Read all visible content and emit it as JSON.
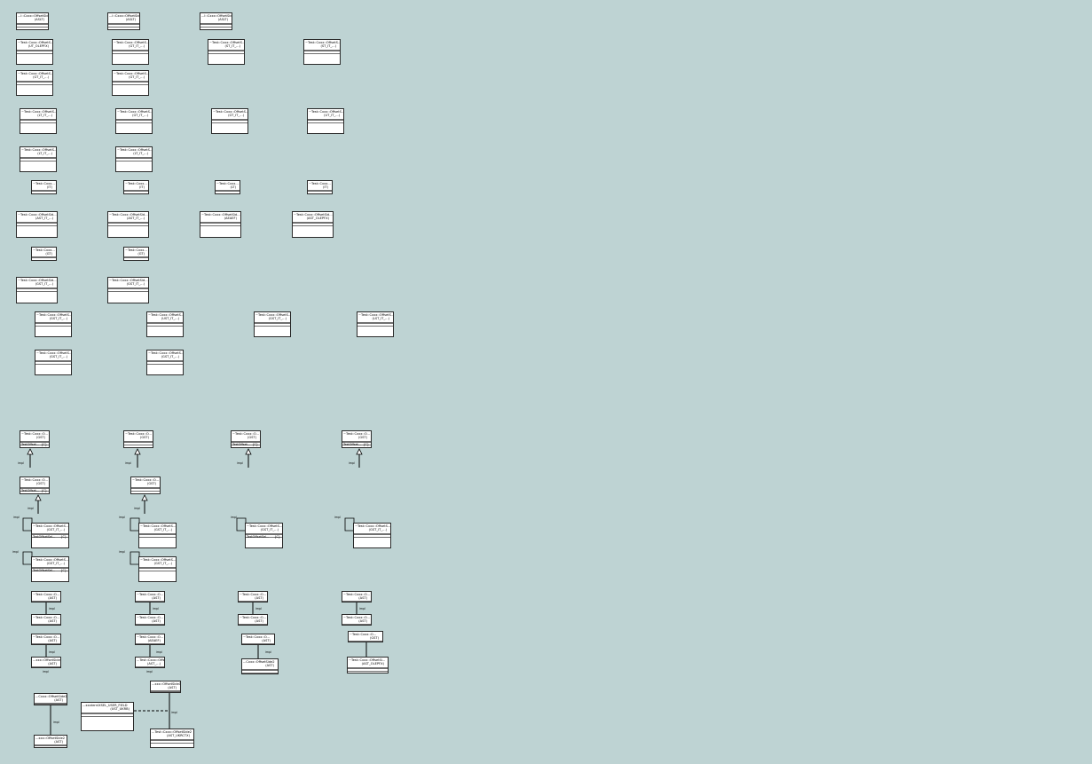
{
  "diagram": {
    "classes": [
      {
        "id": "c1",
        "name": "...l::Cxxx::OffsetSide",
        "stereo": "(ASLT)"
      },
      {
        "id": "c2",
        "name": "...l::Cxxx::OffsetSide",
        "stereo": "(ASLT)"
      },
      {
        "id": "c3",
        "name": "...l::Cxxx::OffsetSide",
        "stereo": "(ASLT)"
      },
      {
        "id": "c4",
        "name": "~Test::Cxxx::OffsetS...",
        "stereo": "(UT_OLEPFX)"
      },
      {
        "id": "c5",
        "name": "~Test::Cxxx::OffsetS...",
        "stereo": "(GT_IT_...)"
      },
      {
        "id": "c6",
        "name": "~Test::Cxxx::OffsetS...",
        "stereo": "(ST_IT_...)"
      },
      {
        "id": "c7",
        "name": "~Test::Cxxx::OffsetS...",
        "stereo": "(ST_IT_...)"
      },
      {
        "id": "c8",
        "name": "~Test::Cxxx::OffsetS...",
        "stereo": "(GT_IT_...)"
      },
      {
        "id": "c9",
        "name": "~Test::Cxxx::OffsetS...",
        "stereo": "(GT_IT_...)"
      },
      {
        "id": "c10",
        "name": "~Test::Cxxx::OffsetS...",
        "stereo": "(LT_IT_...)"
      },
      {
        "id": "c11",
        "name": "~Test::Cxxx::OffsetS...",
        "stereo": "(GT_IT_...)"
      },
      {
        "id": "c12",
        "name": "~Test::Cxxx::OffsetS...",
        "stereo": "(GT_IT_...)"
      },
      {
        "id": "c13",
        "name": "~Test::Cxxx::OffsetS...",
        "stereo": "(UT_IT_...)"
      },
      {
        "id": "c14",
        "name": "~Test::Cxxx::OffsetS...",
        "stereo": "(LT_IT_...)"
      },
      {
        "id": "c15",
        "name": "~Test::Cxxx::OffsetS...",
        "stereo": "(LT_IT_...)"
      },
      {
        "id": "c16",
        "name": "~Test::Cxxx...",
        "stereo": "(IT)"
      },
      {
        "id": "c17",
        "name": "~Test::Cxxx...",
        "stereo": "(IT)"
      },
      {
        "id": "c18",
        "name": "~Test::Cxxx...",
        "stereo": "(LT)"
      },
      {
        "id": "c19",
        "name": "~Test::Cxxx...",
        "stereo": "(IT)"
      },
      {
        "id": "c20",
        "name": "~Test::Cxxx::OffsetSid...",
        "stereo": "(AST_IT_...)"
      },
      {
        "id": "c21",
        "name": "~Test::Cxxx::OffsetSid...",
        "stereo": "(AST_IT_...)"
      },
      {
        "id": "c22",
        "name": "~Test::Cxxx::OffsetSid...",
        "stereo": "(AEAEF)"
      },
      {
        "id": "c23",
        "name": "~Test::Cxxx::OffsetSid...",
        "stereo": "(AST_OLEPFX)"
      },
      {
        "id": "c24",
        "name": "~Test::Cxxx...",
        "stereo": "(GT)"
      },
      {
        "id": "c25",
        "name": "~Test::Cxxx...",
        "stereo": "(GT)"
      },
      {
        "id": "c26",
        "name": "~Test::Cxxx::OffsetSid...",
        "stereo": "(GST_IT_...)"
      },
      {
        "id": "c27",
        "name": "~Test::Cxxx::OffsetSid...",
        "stereo": "(GST_IT_...)"
      },
      {
        "id": "c28",
        "name": "~Test::Cxxx::OffsetS...",
        "stereo": "(GST_IT_...)"
      },
      {
        "id": "c29",
        "name": "~Test::Cxxx::OffsetS...",
        "stereo": "(UST_IT_...)"
      },
      {
        "id": "c30",
        "name": "~Test::Cxxx::OffsetS...",
        "stereo": "(GST_IT_...)"
      },
      {
        "id": "c31",
        "name": "~Test::Cxxx::OffsetS...",
        "stereo": "(LST_IT_...)"
      },
      {
        "id": "c32",
        "name": "~Test::Cxxx::OffsetS...",
        "stereo": "(GST_IT_...)"
      },
      {
        "id": "c33",
        "name": "~Test::Cxxx::OffsetS...",
        "stereo": "(GST_IT_...)"
      },
      {
        "id": "c34",
        "name": "~Test::Cxxx::O...",
        "stereo": "(GST)",
        "op": "TestOffset...",
        "opr": "{C}"
      },
      {
        "id": "c35",
        "name": "~Test::Cxxx::O...",
        "stereo": "(GST)"
      },
      {
        "id": "c36",
        "name": "~Test::Cxxx::O...",
        "stereo": "(GST)",
        "op": "TestOffset...",
        "opr": "{C}"
      },
      {
        "id": "c37",
        "name": "~Test::Cxxx::O...",
        "stereo": "(GST)",
        "op": "TestOffset...",
        "opr": "{C}"
      },
      {
        "id": "c38",
        "name": "~Test::Cxxx::O...",
        "stereo": "(GST)",
        "op": "TestOffset...",
        "opr": "{C}"
      },
      {
        "id": "c39",
        "name": "~Test::Cxxx::O...",
        "stereo": "(GST)"
      },
      {
        "id": "c40",
        "name": "~Test::Cxxx::OffsetS...",
        "stereo": "(GST_IT_...)",
        "op": "TestOffsetSel...",
        "opr": "{C}"
      },
      {
        "id": "c41",
        "name": "~Test::Cxxx::OffsetS...",
        "stereo": "(GST_IT_...)"
      },
      {
        "id": "c42",
        "name": "~Test::Cxxx::OffsetS...",
        "stereo": "(GST_IT_...)",
        "op": "TestOffsetSel...",
        "opr": "{C}"
      },
      {
        "id": "c43",
        "name": "~Test::Cxxx::OffsetS...",
        "stereo": "(GST_IT_...)"
      },
      {
        "id": "c44",
        "name": "~Test::Cxxx::OffsetS...",
        "stereo": "(GST_IT_...)",
        "op": "TestOffsetSel...",
        "opr": "{C}"
      },
      {
        "id": "c45",
        "name": "~Test::Cxxx::OffsetS...",
        "stereo": "(GST_IT_...)"
      },
      {
        "id": "c46",
        "name": "~Test::Cxxx::O...",
        "stereo": "(AST)"
      },
      {
        "id": "c47",
        "name": "~Test::Cxxx::O...",
        "stereo": "(AST)"
      },
      {
        "id": "c48",
        "name": "~Test::Cxxx::O...",
        "stereo": "(AST)"
      },
      {
        "id": "c49",
        "name": "~Test::Cxxx::O...",
        "stereo": "(AST)"
      },
      {
        "id": "c50",
        "name": "~Test::Cxxx::O...",
        "stereo": "(AST)"
      },
      {
        "id": "c51",
        "name": "~Test::Cxxx::O...",
        "stereo": "(AST)"
      },
      {
        "id": "c52",
        "name": "~Test::Cxxx::O...",
        "stereo": "(AST)"
      },
      {
        "id": "c53",
        "name": "~Test::Cxxx::O...",
        "stereo": "(AST)"
      },
      {
        "id": "c54",
        "name": "~Test::Cxxx::O...",
        "stereo": "(AST)"
      },
      {
        "id": "c55",
        "name": "~Test::Cxxx::O...",
        "stereo": "(AEAEF)"
      },
      {
        "id": "c56",
        "name": "~Test::Cxxx::O...",
        "stereo": "(AST)"
      },
      {
        "id": "c57",
        "name": "~Test::Cxxx::O...",
        "stereo": "(GST)"
      },
      {
        "id": "c58",
        "name": "...xxx::OffsetSide2",
        "stereo": "(AST)"
      },
      {
        "id": "c59",
        "name": "...Test::Cxxx::Offse...",
        "stereo": "(AST_...)",
        "op": "TestOffsetSel...",
        "opr": "{C}"
      },
      {
        "id": "c60",
        "name": "...Cxxx::OffsetSide2",
        "stereo": "(AST)"
      },
      {
        "id": "c61",
        "name": "~Test::Cxxx::OffsetSi...",
        "stereo": "(AST_OLEPFX)"
      },
      {
        "id": "c62",
        "name": "...Cxxx::OffsetSide2",
        "stereo": "(AST)"
      },
      {
        "id": "c63",
        "name": "...xxx::OffsetSide1",
        "stereo": "(AST)"
      },
      {
        "id": "c64",
        "name": "...xxx::OffsetSide2",
        "stereo": "(AST)"
      },
      {
        "id": "c65",
        "name": "...xxxternlXSEL_USER_FIELD",
        "stereo": "(UST_UKRB)"
      },
      {
        "id": "c66",
        "name": "...Test::Cxxx::OffsetSide2",
        "stereo": "(AST_UKRCTX)"
      }
    ],
    "labels": [
      "impl",
      "impl",
      "impl",
      "impl",
      "impl",
      "impl",
      "impl",
      "impl",
      "impl",
      "impl",
      "impl",
      "impl",
      "impl",
      "impl",
      "impl",
      "impl",
      "impl",
      "impl",
      "impl",
      "impl",
      "impl",
      "impl",
      "impl"
    ]
  }
}
